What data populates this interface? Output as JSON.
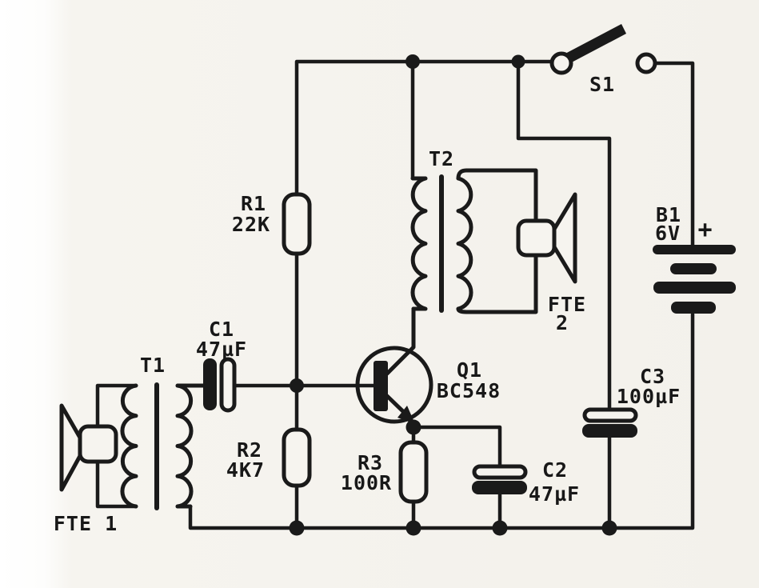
{
  "diagram": {
    "kind": "electronic-circuit-schematic",
    "style": "hand-drawn black ink on scanned white paper",
    "ink_color": "#1a1a1a",
    "paper_color": "#f6f4ef",
    "components": {
      "fte1": {
        "ref": "FTE 1",
        "type": "speaker"
      },
      "t1": {
        "ref": "T1",
        "type": "transformer"
      },
      "c1": {
        "ref": "C1",
        "value": "47µF",
        "type": "electrolytic-capacitor"
      },
      "r1": {
        "ref": "R1",
        "value": "22K",
        "type": "resistor"
      },
      "r2": {
        "ref": "R2",
        "value": "4K7",
        "type": "resistor"
      },
      "q1": {
        "ref": "Q1",
        "value": "BC548",
        "type": "npn-transistor"
      },
      "t2": {
        "ref": "T2",
        "type": "transformer"
      },
      "fte2": {
        "ref_line1": "FTE",
        "ref_line2": "2",
        "type": "speaker"
      },
      "r3": {
        "ref": "R3",
        "value": "100R",
        "type": "resistor"
      },
      "c2": {
        "ref": "C2",
        "value": "47µF",
        "type": "electrolytic-capacitor"
      },
      "c3": {
        "ref": "C3",
        "value": "100µF",
        "type": "electrolytic-capacitor"
      },
      "s1": {
        "ref": "S1",
        "type": "spst-switch-open"
      },
      "b1": {
        "ref": "B1",
        "value": "6V",
        "plus": "+",
        "type": "battery"
      }
    }
  }
}
